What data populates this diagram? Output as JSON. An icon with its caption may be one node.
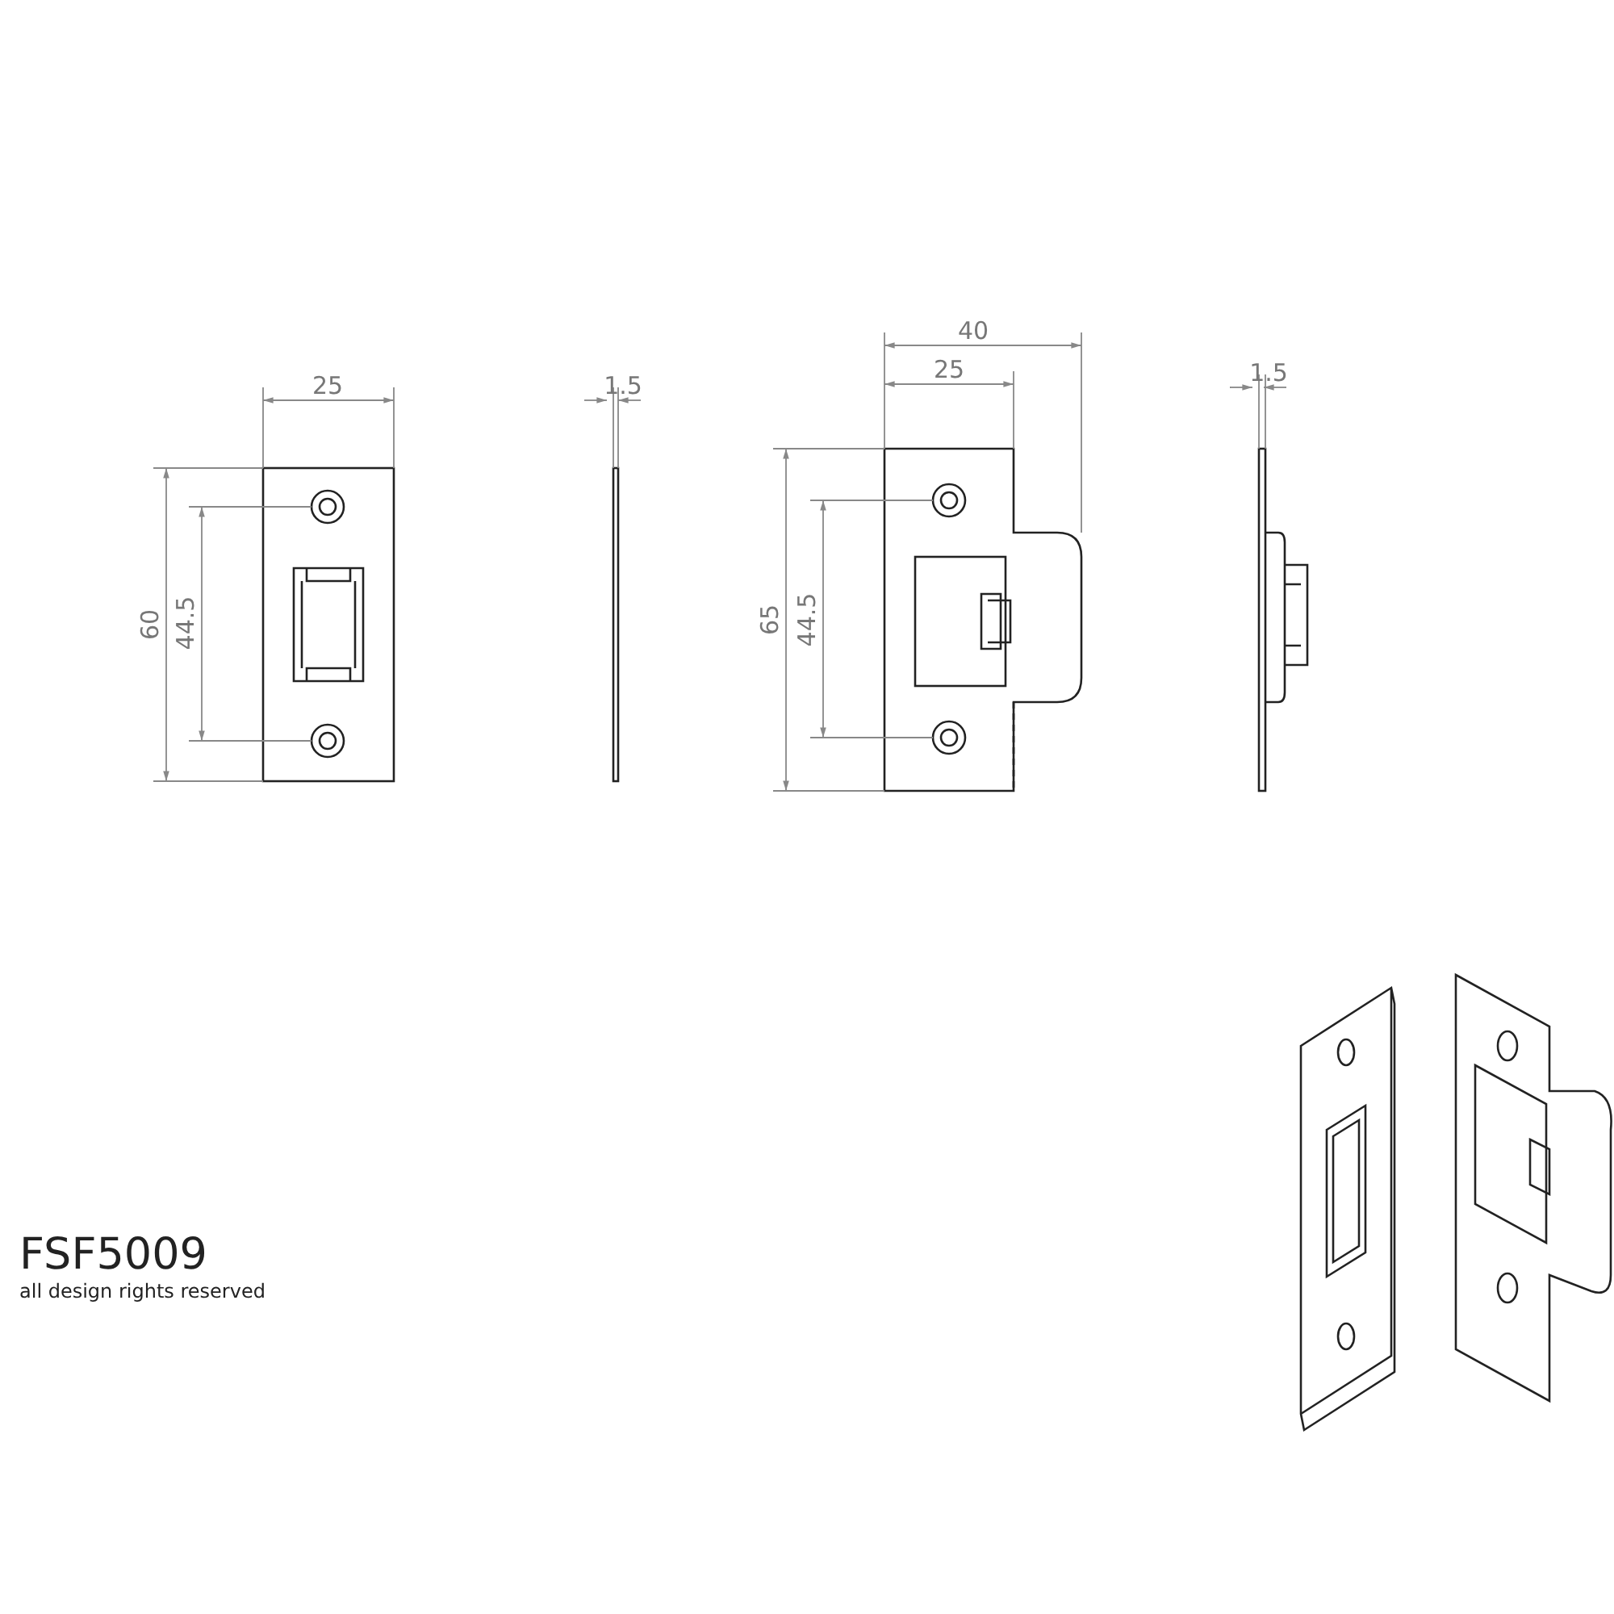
{
  "diagram": {
    "labels": [
      "25",
      "1.5",
      "40",
      "25",
      "1.5",
      "60",
      "44.5",
      "65",
      "44.5",
      "FSF5009",
      "all design rights reserved"
    ]
  }
}
